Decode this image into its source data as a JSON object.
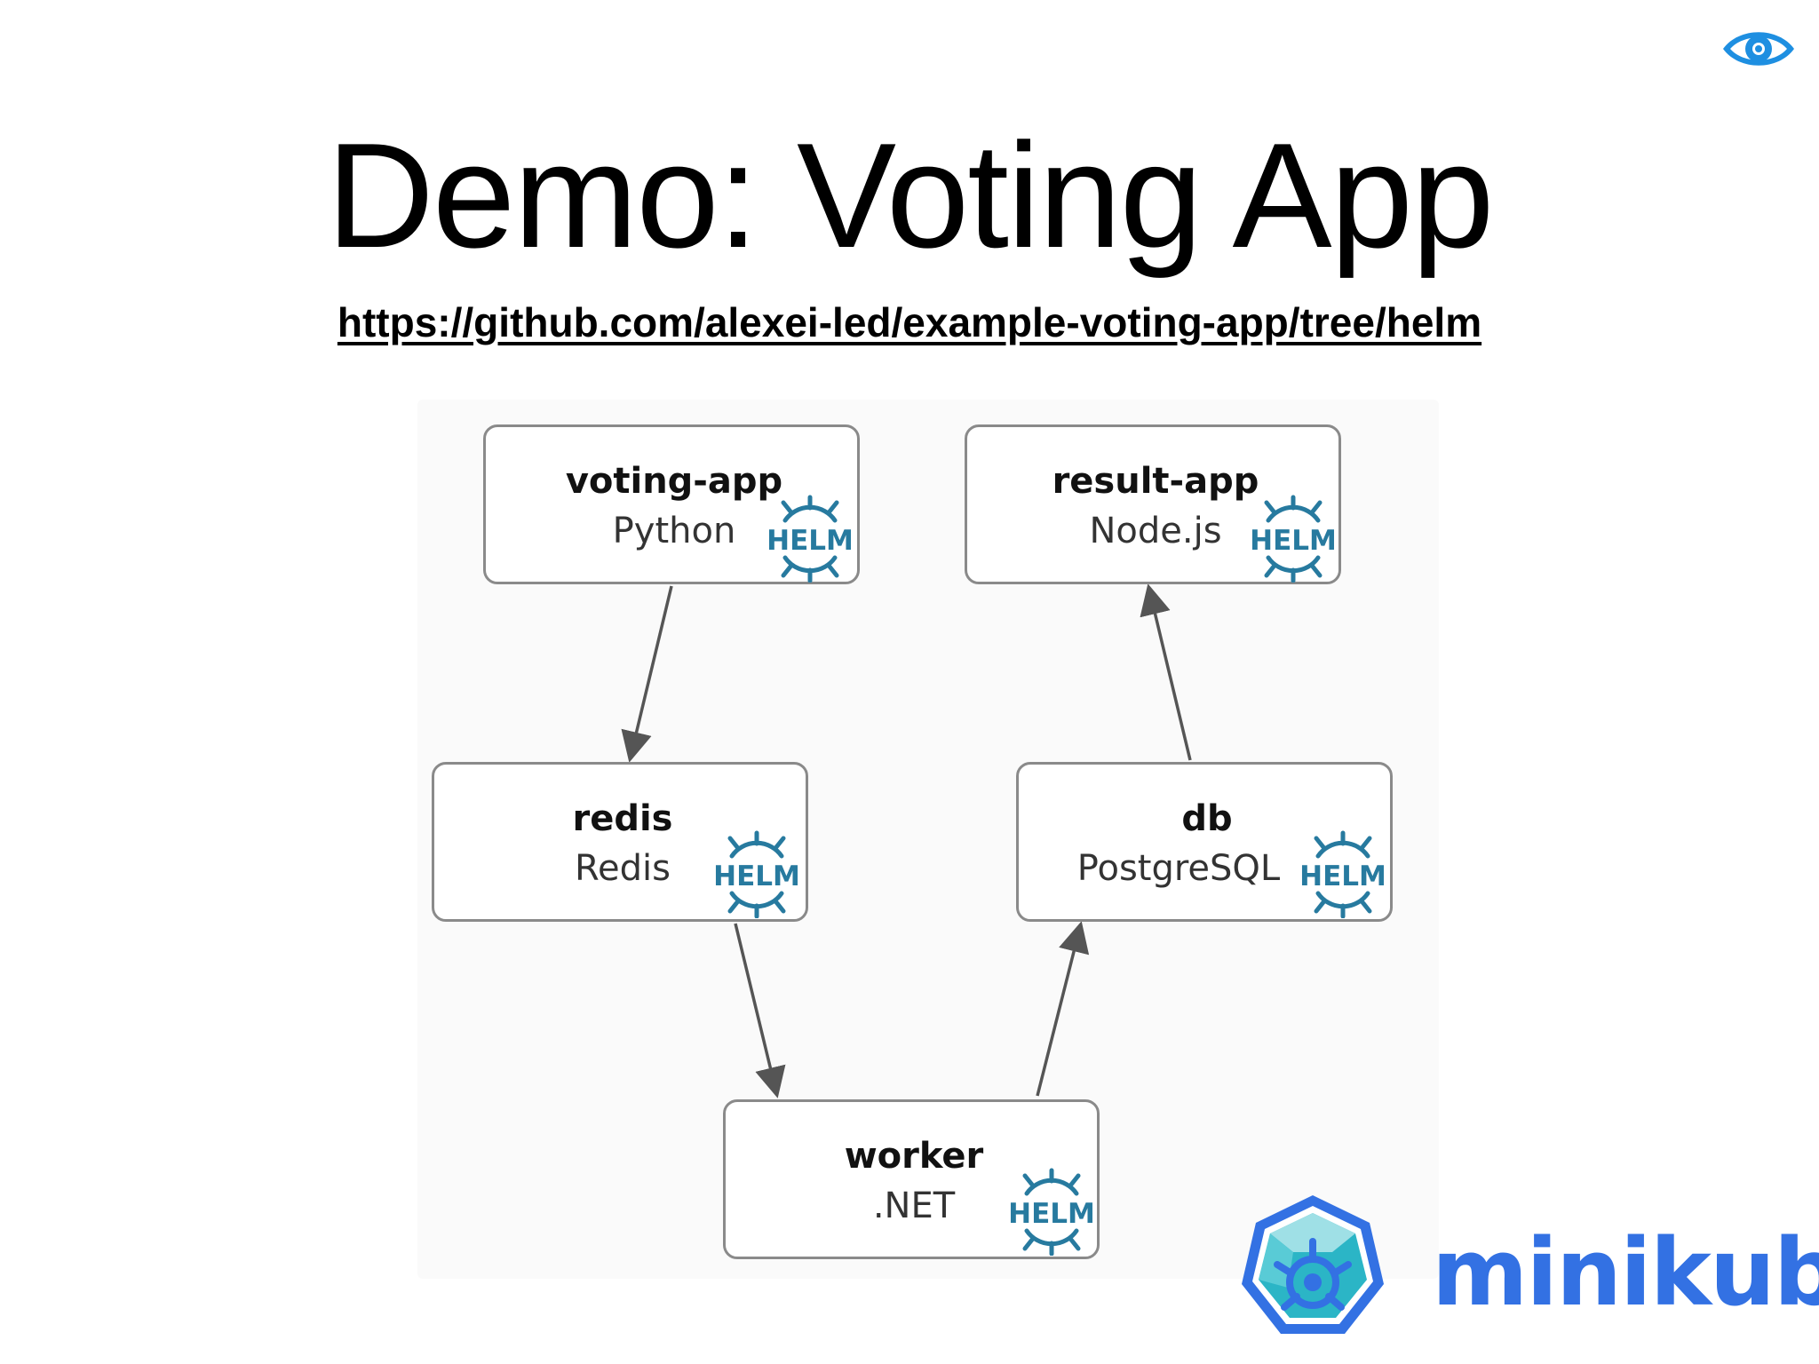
{
  "slide": {
    "title": "Demo: Voting App",
    "url": "https://github.com/alexei-led/example-voting-app/tree/helm"
  },
  "diagram": {
    "nodes": [
      {
        "id": "voting-app",
        "name": "voting-app",
        "tech": "Python",
        "badge": "HELM"
      },
      {
        "id": "result-app",
        "name": "result-app",
        "tech": "Node.js",
        "badge": "HELM"
      },
      {
        "id": "redis",
        "name": "redis",
        "tech": "Redis",
        "badge": "HELM"
      },
      {
        "id": "db",
        "name": "db",
        "tech": "PostgreSQL",
        "badge": "HELM"
      },
      {
        "id": "worker",
        "name": "worker",
        "tech": ".NET",
        "badge": "HELM"
      }
    ],
    "edges": [
      {
        "from": "voting-app",
        "to": "redis"
      },
      {
        "from": "redis",
        "to": "worker"
      },
      {
        "from": "worker",
        "to": "db"
      },
      {
        "from": "db",
        "to": "result-app"
      }
    ]
  },
  "branding": {
    "minikube_text": "minikube",
    "minikube_color": "#3371e3",
    "helm_color": "#277a9f",
    "eye_icon_color": "#1e8fe1"
  }
}
